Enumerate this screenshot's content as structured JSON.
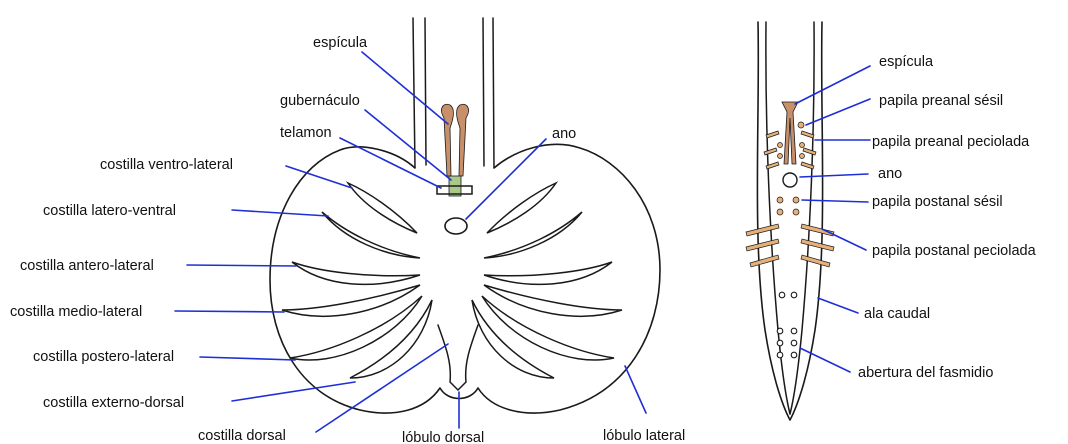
{
  "colors": {
    "leader": "#1f2fd6",
    "spicule": "#c8906a",
    "telamon": "#a8c98a",
    "papilla": "#e6b07a",
    "outline": "#1a1a1a"
  },
  "left_figure": {
    "labels": {
      "espicula": "espícula",
      "gubernaculo": "gubernáculo",
      "telamon": "telamon",
      "ano": "ano",
      "costilla_ventro_lateral": "costilla ventro-lateral",
      "costilla_latero_ventral": "costilla latero-ventral",
      "costilla_antero_lateral": "costilla antero-lateral",
      "costilla_medio_lateral": "costilla medio-lateral",
      "costilla_postero_lateral": "costilla postero-lateral",
      "costilla_externo_dorsal": "costilla externo-dorsal",
      "costilla_dorsal": "costilla dorsal",
      "lobulo_dorsal": "lóbulo dorsal",
      "lobulo_lateral": "lóbulo lateral"
    }
  },
  "right_figure": {
    "labels": {
      "espicula": "espícula",
      "papila_preanal_sesil": "papila preanal sésil",
      "papila_preanal_peciolada": "papila preanal peciolada",
      "ano": "ano",
      "papila_postanal_sesil": "papila postanal sésil",
      "papila_postanal_peciolada": "papila postanal peciolada",
      "ala_caudal": "ala caudal",
      "abertura_fasmidio": "abertura del fasmidio"
    }
  }
}
